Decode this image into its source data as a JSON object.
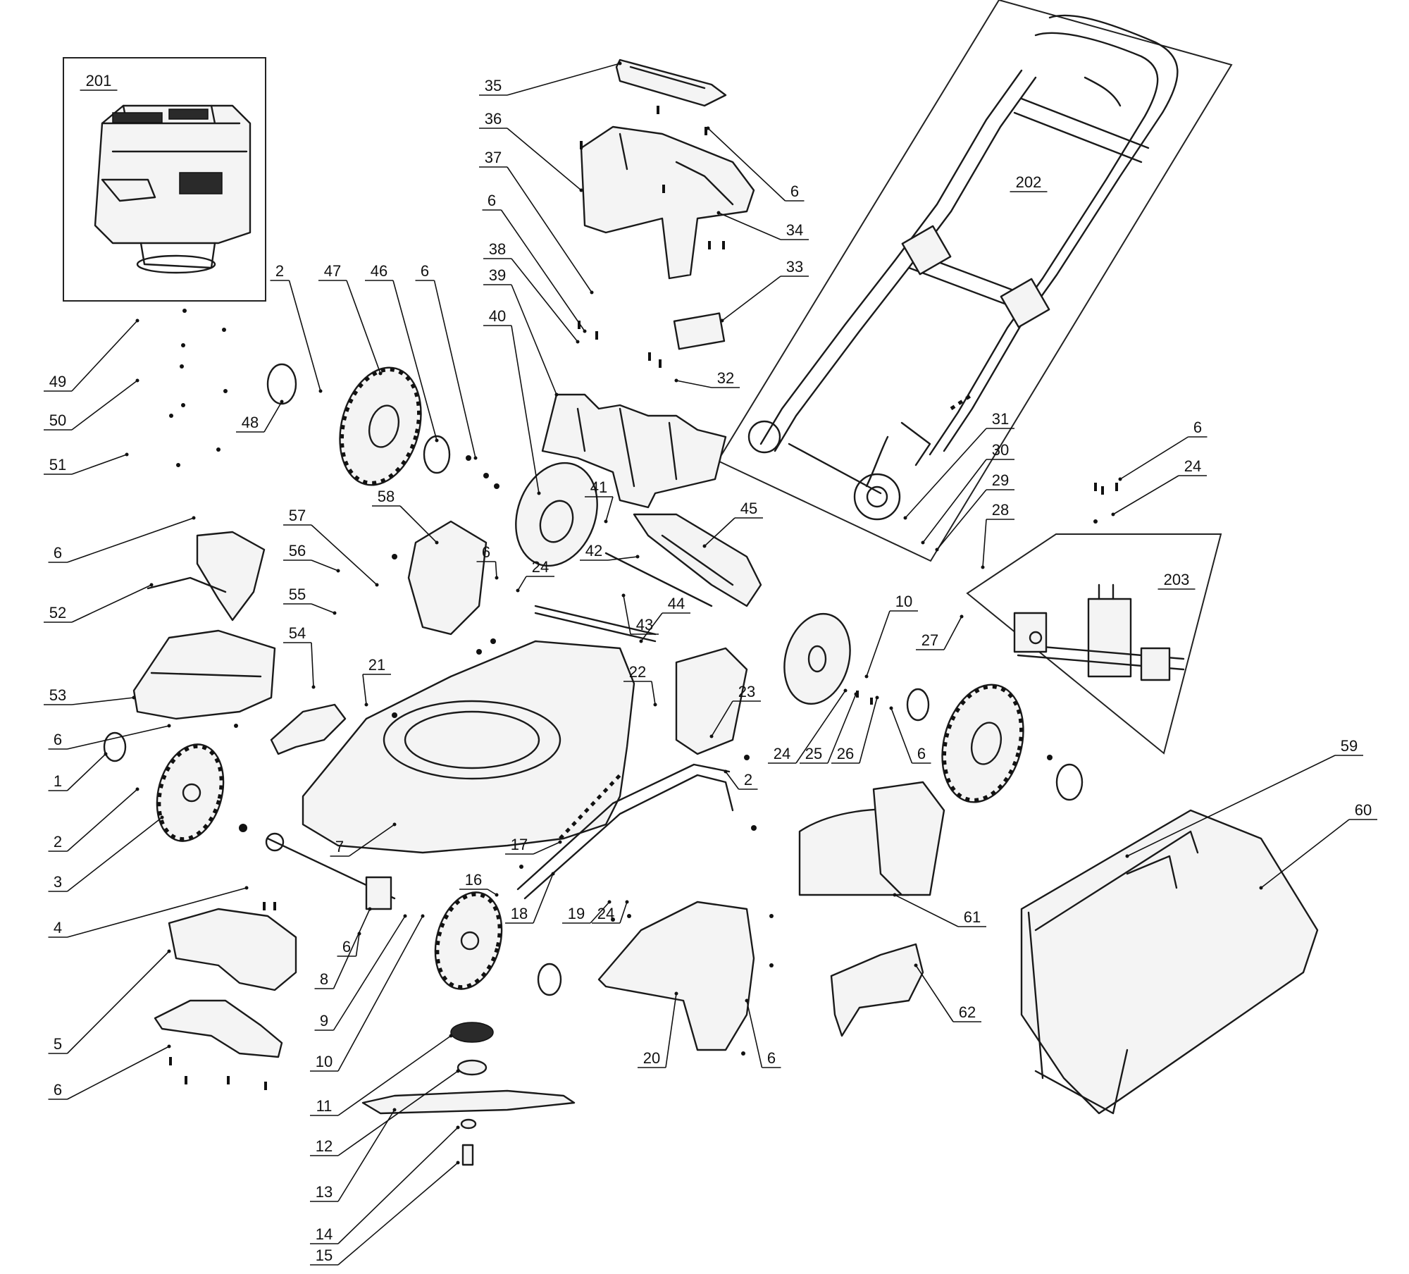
{
  "callouts": [
    {
      "id": "c201",
      "text": "201"
    },
    {
      "id": "c202",
      "text": "202"
    },
    {
      "id": "c203",
      "text": "203"
    },
    {
      "id": "c35",
      "text": "35"
    },
    {
      "id": "c36",
      "text": "36"
    },
    {
      "id": "c37",
      "text": "37"
    },
    {
      "id": "c6a",
      "text": "6"
    },
    {
      "id": "c38",
      "text": "38"
    },
    {
      "id": "c39",
      "text": "39"
    },
    {
      "id": "c40",
      "text": "40"
    },
    {
      "id": "c6b",
      "text": "6"
    },
    {
      "id": "c34",
      "text": "34"
    },
    {
      "id": "c33",
      "text": "33"
    },
    {
      "id": "c32",
      "text": "32"
    },
    {
      "id": "c2a",
      "text": "2"
    },
    {
      "id": "c47",
      "text": "47"
    },
    {
      "id": "c46",
      "text": "46"
    },
    {
      "id": "c6c",
      "text": "6"
    },
    {
      "id": "c48",
      "text": "48"
    },
    {
      "id": "c49",
      "text": "49"
    },
    {
      "id": "c50",
      "text": "50"
    },
    {
      "id": "c51",
      "text": "51"
    },
    {
      "id": "c6d",
      "text": "6"
    },
    {
      "id": "c52",
      "text": "52"
    },
    {
      "id": "c53",
      "text": "53"
    },
    {
      "id": "c6e",
      "text": "6"
    },
    {
      "id": "c58",
      "text": "58"
    },
    {
      "id": "c57",
      "text": "57"
    },
    {
      "id": "c56",
      "text": "56"
    },
    {
      "id": "c55",
      "text": "55"
    },
    {
      "id": "c54",
      "text": "54"
    },
    {
      "id": "c21",
      "text": "21"
    },
    {
      "id": "c6f",
      "text": "6"
    },
    {
      "id": "c24a",
      "text": "24"
    },
    {
      "id": "c41",
      "text": "41"
    },
    {
      "id": "c42",
      "text": "42"
    },
    {
      "id": "c43",
      "text": "43"
    },
    {
      "id": "c44",
      "text": "44"
    },
    {
      "id": "c45",
      "text": "45"
    },
    {
      "id": "c22",
      "text": "22"
    },
    {
      "id": "c23",
      "text": "23"
    },
    {
      "id": "c31",
      "text": "31"
    },
    {
      "id": "c30",
      "text": "30"
    },
    {
      "id": "c29",
      "text": "29"
    },
    {
      "id": "c28",
      "text": "28"
    },
    {
      "id": "c6g",
      "text": "6"
    },
    {
      "id": "c24b",
      "text": "24"
    },
    {
      "id": "c27",
      "text": "27"
    },
    {
      "id": "c10a",
      "text": "10"
    },
    {
      "id": "c24c",
      "text": "24"
    },
    {
      "id": "c25",
      "text": "25"
    },
    {
      "id": "c26",
      "text": "26"
    },
    {
      "id": "c6h",
      "text": "6"
    },
    {
      "id": "c1",
      "text": "1"
    },
    {
      "id": "c2b",
      "text": "2"
    },
    {
      "id": "c3",
      "text": "3"
    },
    {
      "id": "c4",
      "text": "4"
    },
    {
      "id": "c7",
      "text": "7"
    },
    {
      "id": "c17",
      "text": "17"
    },
    {
      "id": "c16",
      "text": "16"
    },
    {
      "id": "c18",
      "text": "18"
    },
    {
      "id": "c2c",
      "text": "2"
    },
    {
      "id": "c5",
      "text": "5"
    },
    {
      "id": "c6i",
      "text": "6"
    },
    {
      "id": "c6j",
      "text": "6"
    },
    {
      "id": "c8",
      "text": "8"
    },
    {
      "id": "c9",
      "text": "9"
    },
    {
      "id": "c10b",
      "text": "10"
    },
    {
      "id": "c11",
      "text": "11"
    },
    {
      "id": "c12",
      "text": "12"
    },
    {
      "id": "c13",
      "text": "13"
    },
    {
      "id": "c14",
      "text": "14"
    },
    {
      "id": "c15",
      "text": "15"
    },
    {
      "id": "c19",
      "text": "19"
    },
    {
      "id": "c24d",
      "text": "24"
    },
    {
      "id": "c20",
      "text": "20"
    },
    {
      "id": "c6k",
      "text": "6"
    },
    {
      "id": "c61",
      "text": "61"
    },
    {
      "id": "c62",
      "text": "62"
    },
    {
      "id": "c59",
      "text": "59"
    },
    {
      "id": "c60",
      "text": "60"
    }
  ]
}
